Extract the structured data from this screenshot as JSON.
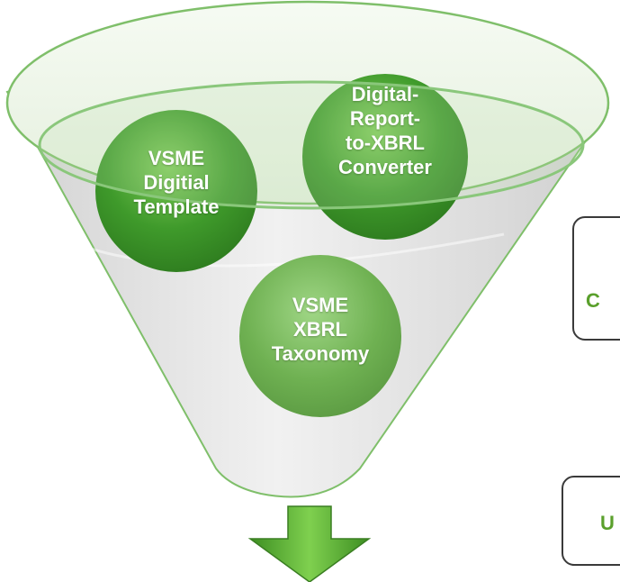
{
  "funnel": {
    "balls": [
      {
        "id": "template",
        "label": "VSME\nDigitial\nTemplate"
      },
      {
        "id": "converter",
        "label": "Digital-\nReport-\nto-XBRL\nConverter"
      },
      {
        "id": "taxonomy",
        "label": "VSME\nXBRL\nTaxonomy"
      }
    ],
    "arrow_icon": "down-arrow-icon"
  },
  "side_boxes": [
    {
      "label": "C"
    },
    {
      "label": "U"
    }
  ],
  "colors": {
    "funnel_fill": "#e3e3e3",
    "funnel_rim": "#7fbf6a",
    "ball_green": "#3e9a2a",
    "arrow_green": "#4aa52f",
    "box_border": "#3a3a3a",
    "side_text": "#5aa02c"
  }
}
